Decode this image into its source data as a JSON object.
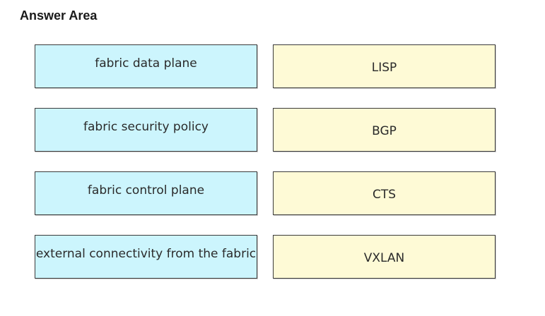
{
  "answer_area": {
    "title": "Answer Area",
    "descriptions": [
      "fabric data plane",
      "fabric security policy",
      "fabric control plane",
      "external connectivity from the fabric"
    ],
    "protocols": [
      "LISP",
      "BGP",
      "CTS",
      "VXLAN"
    ]
  },
  "colors": {
    "description_box": "#ccf5fd",
    "protocol_box": "#fefad6",
    "border": "#3a3a3a"
  }
}
